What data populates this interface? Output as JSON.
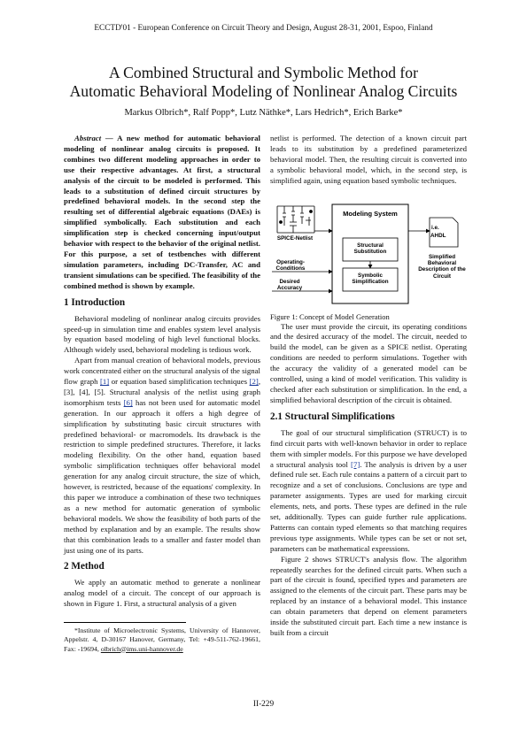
{
  "running_head": "ECCTD'01 - European Conference on Circuit Theory and Design, August 28-31, 2001, Espoo, Finland",
  "title_line1": "A Combined Structural and Symbolic Method for",
  "title_line2": "Automatic Behavioral Modeling of Nonlinear Analog Circuits",
  "authors": "Markus Olbrich*, Ralf Popp*, Lutz Näthke*, Lars Hedrich*, Erich Barke*",
  "abstract_label": "Abstract —",
  "abstract_text": " A new method for automatic behavioral modeling of nonlinear analog circuits is proposed. It combines two different modeling approaches in order to use their respective advantages. At first, a structural analysis of the circuit to be modeled is performed. This leads to a substitution of defined circuit structures by predefined behavioral models. In the second step the resulting set of differential algebraic equations (DAEs) is simplified symbolically. Each substitution and each simplification step is checked concerning input/output behavior with respect to the behavior of the original netlist. For this purpose, a set of testbenches with different simulation parameters, including DC-Transfer, AC and transient simulations can be specified. The feasibility of the combined method is shown by example.",
  "sec1_heading": "1 Introduction",
  "intro_p1": "Behavioral modeling of nonlinear analog circuits provides speed-up in simulation time and enables system level analysis by equation based modeling of high level functional blocks. Although widely used, behavioral modeling is tedious work.",
  "intro_p2_a": "Apart from manual creation of behavioral models, previous work concentrated either on the structural analysis of the signal flow graph ",
  "ref1": "[1]",
  "intro_p2_b": " or equation based simplification techniques ",
  "ref2": "[2]",
  "intro_p2_c": ", [3], [4], [5]. Structural analysis of the netlist using graph isomorphism tests ",
  "ref6": "[6]",
  "intro_p2_d": " has not been used for automatic model generation. In our approach it offers a high degree of simplification by substituting basic circuit structures with predefined behavioral- or macromodels. Its drawback is the restriction to simple predefined structures. Therefore, it lacks modeling flexibility. On the other hand, equation based symbolic simplification techniques offer behavioral model generation for any analog circuit structure, the size of which, however, is restricted, because of the equations' complexity. In this paper we introduce a combination of these two techniques as a new method for automatic generation of symbolic behavioral models. We show the feasibility of both parts of the method by explanation and by an example. The results show that this combination leads to a smaller and faster model than just using one of its parts.",
  "sec2_heading": "2 Method",
  "method_p1": "We apply an automatic method to generate a nonlinear analog model of a circuit. The concept of our approach is shown in Figure 1. First, a structural analysis of a given",
  "footnote_a": "*Institute of Microelectronic Systems, University of Hannover, Appelstr. 4, D-30167 Hanover, Germany, Tel: +49-511-762-19661, Fax: -19694, ",
  "footnote_email": "olbrich@ims.uni-hannover.de",
  "right_p1": "netlist is performed. The detection of a known circuit part leads to its substitution by a predefined parameterized behavioral model. Then, the resulting circuit is converted into a symbolic behavioral model, which, in the second step, is simplified again, using equation based symbolic techniques.",
  "figure1": {
    "modeling_system": "Modeling System",
    "spice_netlist": "SPICE-Netlist",
    "structural_substitution": "Structural Substitution",
    "operating_conditions": "Operating-Conditions",
    "desired_accuracy": "Desired Accuracy",
    "symbolic_simplification": "Symbolic Simplification",
    "ie": "i.e.",
    "ahdl": "AHDL",
    "simplified_description": "Simplified Behavioral Description of the Circuit"
  },
  "figure_caption": "Figure 1: Concept of Model Generation",
  "right_p2": "The user must provide the circuit, its operating conditions and the desired accuracy of the model. The circuit, needed to build the model, can be given as a SPICE netlist. Operating conditions are needed to perform simulations. Together with the accuracy the validity of a generated model can be controlled, using a kind of model verification. This validity is checked after each substitution or simplification. In the end, a simplified behavioral description of the circuit is obtained.",
  "sec21_heading": "2.1 Structural Simplifications",
  "ss_p1_a": "The goal of our structural simplification (STRUCT) is to find circuit parts with well-known behavior in order to replace them with simpler models. For this purpose we have developed a structural analysis tool ",
  "ref7": "[7]",
  "ss_p1_b": ". The analysis is driven by a user defined rule set. Each rule contains a pattern of a circuit part to recognize and a set of conclusions. Conclusions are type and parameter assignments. Types are used for marking circuit elements, nets, and ports. These types are defined in the rule set, additionally. Types can guide further rule applications. Patterns can contain typed elements so that matching requires previous type assignments. While types can be set or not set, parameters can be mathematical expressions.",
  "ss_p2": "Figure 2 shows STRUCT's analysis flow. The algorithm repeatedly searches for the defined circuit parts. When such a part of the circuit is found, specified types and parameters are assigned to the elements of the circuit part. These parts may be replaced by an instance of a behavioral model. This instance can obtain parameters that depend on element parameters inside the substituted circuit part. Each time a new instance is built  from a circuit",
  "page_number": "II-229"
}
